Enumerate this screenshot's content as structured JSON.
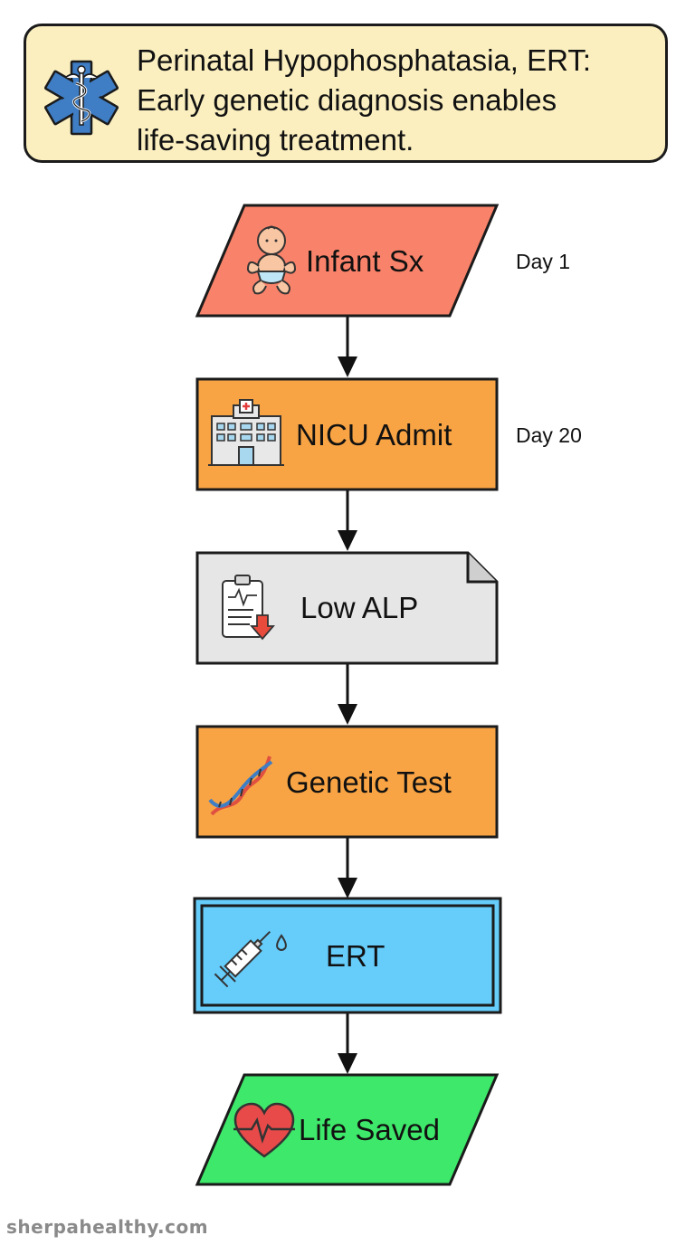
{
  "header": {
    "lines": [
      "Perinatal Hypophosphatasia, ERT:",
      "Early genetic diagnosis enables",
      "life-saving treatment."
    ],
    "icon": "star-of-life-caduceus-icon"
  },
  "steps": [
    {
      "label": "Infant Sx",
      "note": "Day 1",
      "shape": "parallelogram",
      "color": "#f9826a",
      "icon": "baby-icon"
    },
    {
      "label": "NICU Admit",
      "note": "Day 20",
      "shape": "rectangle",
      "color": "#f8a444",
      "icon": "hospital-icon"
    },
    {
      "label": "Low ALP",
      "shape": "document",
      "color": "#e6e6e6",
      "icon": "clipboard-down-arrow-icon"
    },
    {
      "label": "Genetic Test",
      "shape": "rectangle",
      "color": "#f8a444",
      "icon": "dna-icon"
    },
    {
      "label": "ERT",
      "shape": "double-rectangle",
      "color": "#66ccfa",
      "icon": "syringe-icon"
    },
    {
      "label": "Life Saved",
      "shape": "parallelogram",
      "color": "#3ee86a",
      "icon": "heart-pulse-icon"
    }
  ],
  "footer": {
    "text": "sherpahealthy.com"
  }
}
